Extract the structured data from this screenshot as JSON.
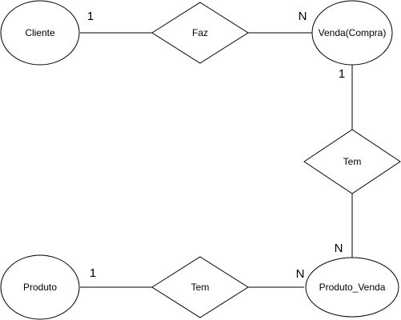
{
  "entities": {
    "cliente": "Cliente",
    "venda": "Venda(Compra)",
    "produto": "Produto",
    "produto_venda": "Produto_Venda"
  },
  "relationships": {
    "faz": "Faz",
    "tem_venda": "Tem",
    "tem_produto": "Tem"
  },
  "cardinalities": {
    "cliente_faz": "1",
    "faz_venda": "N",
    "venda_tem": "1",
    "tem_produto_venda": "N",
    "produto_tem": "1",
    "tem_produto_venda_bottom": "N"
  }
}
